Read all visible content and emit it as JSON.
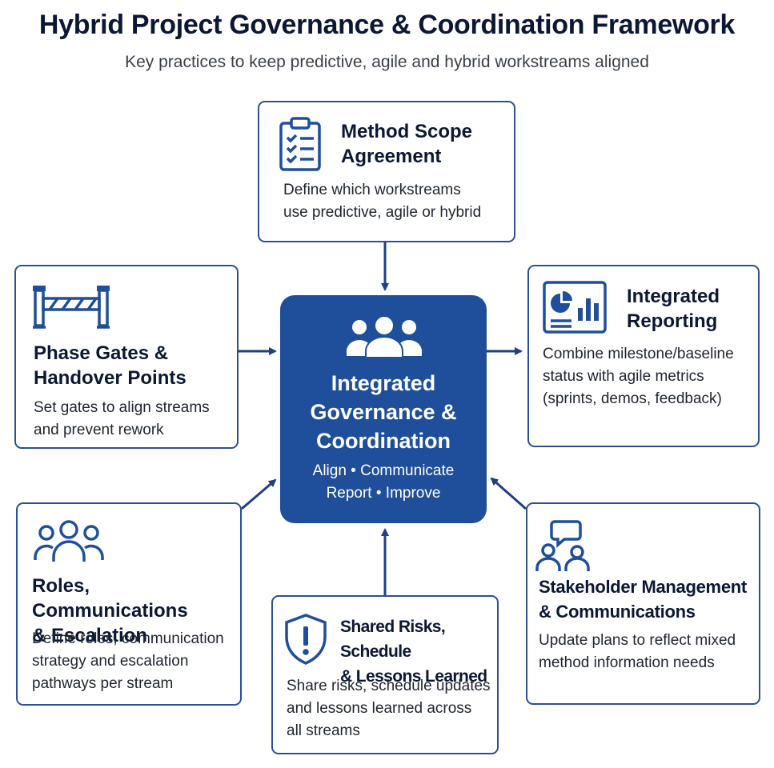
{
  "header": {
    "title": "Hybrid Project Governance & Coordination Framework",
    "subtitle": "Key practices to keep predictive, agile and hybrid workstreams aligned"
  },
  "center": {
    "title_lines": [
      "Integrated",
      "Governance &",
      "Coordination"
    ],
    "tagline_lines": [
      "Align • Communicate",
      "Report • Improve"
    ],
    "icon": "people-group-icon"
  },
  "cards": {
    "method_scope": {
      "icon": "clipboard-checklist-icon",
      "title_lines": [
        "Method Scope",
        "Agreement"
      ],
      "desc_lines": [
        "Define which workstreams",
        "use predictive, agile or hybrid"
      ]
    },
    "phase_gates": {
      "icon": "barrier-gate-icon",
      "title_lines": [
        "Phase Gates &",
        "Handover Points"
      ],
      "desc_lines": [
        "Set gates to align streams",
        "and prevent rework"
      ]
    },
    "integrated_reporting": {
      "icon": "dashboard-report-icon",
      "title_lines": [
        "Integrated",
        "Reporting"
      ],
      "desc_lines": [
        "Combine milestone/baseline",
        "status with agile metrics",
        "(sprints, demos, feedback)"
      ]
    },
    "roles": {
      "icon": "people-outline-icon",
      "title_lines": [
        "Roles, Communications",
        "& Escalation"
      ],
      "desc_lines": [
        "Define roles, communication",
        "strategy and escalation",
        "pathways per stream"
      ]
    },
    "shared_risks": {
      "icon": "shield-alert-icon",
      "title_lines": [
        "Shared Risks, Schedule",
        "& Lessons Learned"
      ],
      "desc_lines": [
        "Share risks, schedule updates",
        "and lessons learned across",
        "all streams"
      ]
    },
    "stakeholder": {
      "icon": "people-chat-icon",
      "title_lines": [
        "Stakeholder Management",
        "& Communications"
      ],
      "desc_lines": [
        "Update plans to reflect mixed",
        "method information needs"
      ]
    }
  },
  "colors": {
    "primary": "#1f4f9a",
    "border": "#2c4f97",
    "title": "#0b1733"
  }
}
